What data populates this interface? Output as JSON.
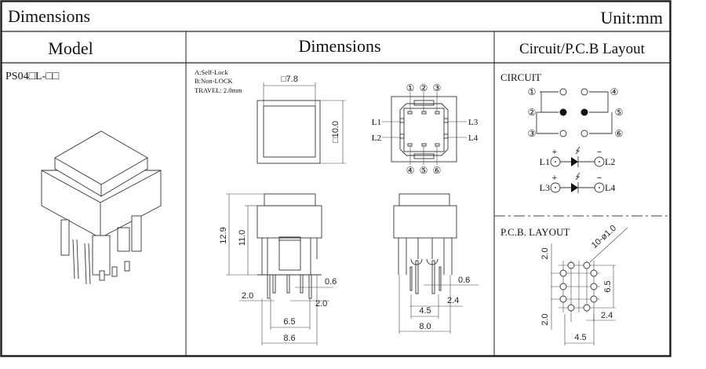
{
  "header": {
    "title": "Dimensions",
    "unit": "Unit:mm"
  },
  "columns": {
    "model": "Model",
    "dimensions": "Dimensions",
    "circuit": "Circuit/P.C.B Layout"
  },
  "model": {
    "name": "PS04□L-□□"
  },
  "notes": {
    "a": "A:Self-Lock",
    "b": "B:Non-LOCK",
    "travel": "TRAVEL: 2.0mm"
  },
  "top_view": {
    "width": "□7.8",
    "height": "□10.0"
  },
  "bottom_view": {
    "pins_top": [
      "①",
      "②",
      "③"
    ],
    "pins_bottom": [
      "④",
      "⑤",
      "⑥"
    ],
    "l1": "L1",
    "l2": "L2",
    "l3": "L3",
    "l4": "L4"
  },
  "front_view": {
    "h_total": "12.9",
    "h_body": "11.0",
    "pin_w": "0.6",
    "pitch_left": "2.0",
    "pitch_right": "2.0",
    "span": "6.5",
    "width": "8.6"
  },
  "side_view": {
    "pin_w": "0.6",
    "offset": "2.4",
    "pitch": "4.5",
    "width": "8.0"
  },
  "circuit": {
    "title": "CIRCUIT",
    "pins": [
      "①",
      "②",
      "③",
      "④",
      "⑤",
      "⑥"
    ],
    "led1": {
      "anode": "L1",
      "cathode": "L2"
    },
    "led2": {
      "anode": "L3",
      "cathode": "L4"
    },
    "plus": "+",
    "minus": "−"
  },
  "pcb": {
    "title": "P.C.B. LAYOUT",
    "holes": "10-ø1.0",
    "top": "2.0",
    "bottom": "2.0",
    "height": "6.5",
    "offset": "2.4",
    "pitch": "4.5"
  }
}
